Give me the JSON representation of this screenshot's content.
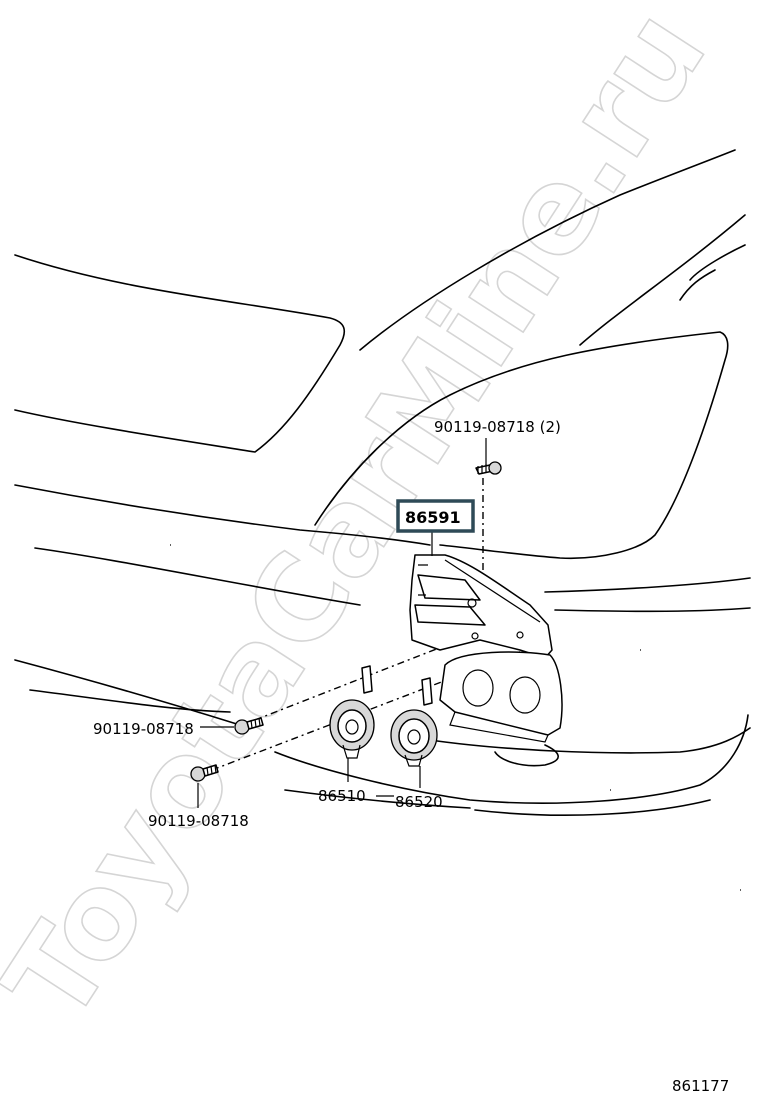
{
  "watermark": "ToyotaCarMine.ru",
  "callouts": {
    "bolt_top": "90119-08718 (2)",
    "highlighted_part": "86591",
    "bolt_left": "90119-08718",
    "bolt_bottom": "90119-08718",
    "horn_low": "86510",
    "horn_high": "86520"
  },
  "figure_number": "861177",
  "colors": {
    "line": "#000000",
    "highlight_border": "#2e4a57",
    "watermark": "#c8c8c8"
  }
}
